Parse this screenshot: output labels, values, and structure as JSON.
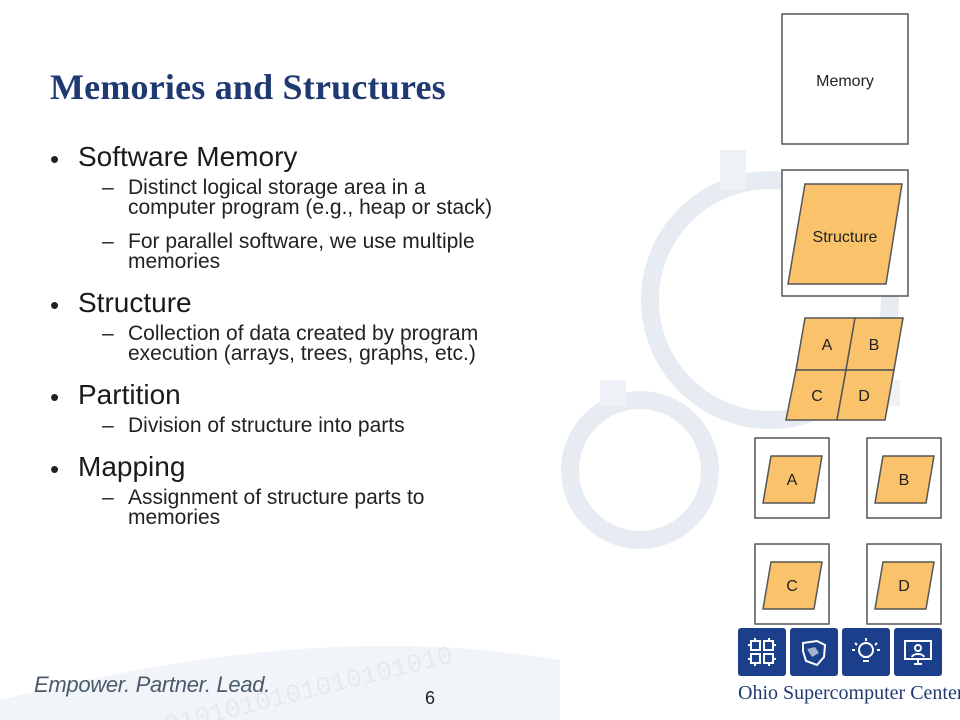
{
  "slide": {
    "title": "Memories and Structures",
    "page_number": "6",
    "tagline": "Empower. Partner. Lead."
  },
  "bullets": [
    {
      "label": "Software Memory",
      "subs": [
        [
          "Distinct logical storage area in a",
          "computer program (e.g., heap or stack)"
        ],
        [
          "For parallel software, we use multiple",
          "memories"
        ]
      ]
    },
    {
      "label": "Structure",
      "subs": [
        [
          "Collection of data created by program",
          "execution (arrays, trees, graphs, etc.)"
        ]
      ]
    },
    {
      "label": "Partition",
      "subs": [
        [
          "Division of structure into parts"
        ]
      ]
    },
    {
      "label": "Mapping",
      "subs": [
        [
          "Assignment of structure parts to",
          "memories"
        ]
      ]
    }
  ],
  "diagram": {
    "memory_label": "Memory",
    "structure_label": "Structure",
    "partitions": [
      "A",
      "B",
      "C",
      "D"
    ],
    "fill_color": "#f9c26b",
    "border_color": "#555555"
  },
  "logo": {
    "name": "Ohio Supercomputer Center",
    "brand_color": "#1b3f8b"
  }
}
